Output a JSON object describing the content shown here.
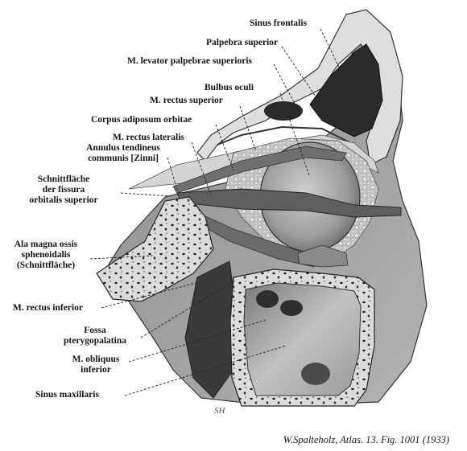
{
  "labels": {
    "sinus_frontalis": "Sinus frontalis",
    "palpebra_superior": "Palpebra superior",
    "m_levator": "M. levator palpebrae superioris",
    "bulbus_oculi": "Bulbus oculi",
    "m_rectus_superior": "M. rectus superior",
    "corpus_adiposum": "Corpus adiposum orbitae",
    "m_rectus_lateralis": "M. rectus lateralis",
    "annulus": [
      "Annulus tendineus",
      "communis [Zinni]"
    ],
    "schnittflaeche_fissura": [
      "Schnittfläche",
      "der fissura",
      "orbitalis superior"
    ],
    "ala_magna": [
      "Ala magna ossis",
      "sphenoidalis",
      "(Schnittfläche)"
    ],
    "m_rectus_inferior": "M. rectus inferior",
    "fossa_pterygopalatina": [
      "Fossa",
      "pterygopalatina"
    ],
    "m_obliquus_inferior": [
      "M. obliquus",
      "inferior"
    ],
    "sinus_maxillaris": "Sinus maxillaris"
  },
  "signature": "SH",
  "caption": "W.Spalteholz, Atlas. 13. Fig. 1001 (1933)"
}
